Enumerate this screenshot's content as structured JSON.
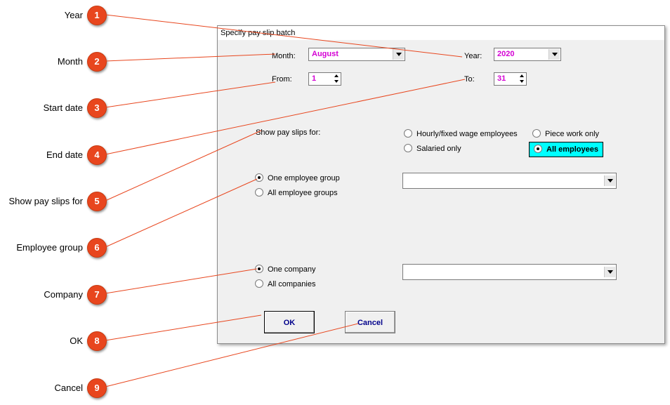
{
  "callouts": [
    {
      "label": "Year",
      "number": "1"
    },
    {
      "label": "Month",
      "number": "2"
    },
    {
      "label": "Start date",
      "number": "3"
    },
    {
      "label": "End date",
      "number": "4"
    },
    {
      "label": "Show pay slips for",
      "number": "5"
    },
    {
      "label": "Employee group",
      "number": "6"
    },
    {
      "label": "Company",
      "number": "7"
    },
    {
      "label": "OK",
      "number": "8"
    },
    {
      "label": "Cancel",
      "number": "9"
    }
  ],
  "dialog": {
    "title": "Specify pay slip batch",
    "month_label": "Month:",
    "month_value": "August",
    "year_label": "Year:",
    "year_value": "2020",
    "from_label": "From:",
    "from_value": "1",
    "to_label": "To:",
    "to_value": "31",
    "show_label": "Show pay slips for:",
    "show_options": {
      "hourly": "Hourly/fixed wage employees",
      "piece": "Piece work only",
      "salaried": "Salaried only",
      "all": "All employees"
    },
    "group_options": {
      "one": "One employee group",
      "all": "All employee groups"
    },
    "company_options": {
      "one": "One company",
      "all": "All companies"
    },
    "ok_label": "OK",
    "cancel_label": "Cancel"
  },
  "colors": {
    "callout_badge": "#e8461e",
    "leader_line": "#e8461e",
    "value_text": "#d400d4",
    "highlight": "#00ffff",
    "button_text": "#00008b"
  }
}
